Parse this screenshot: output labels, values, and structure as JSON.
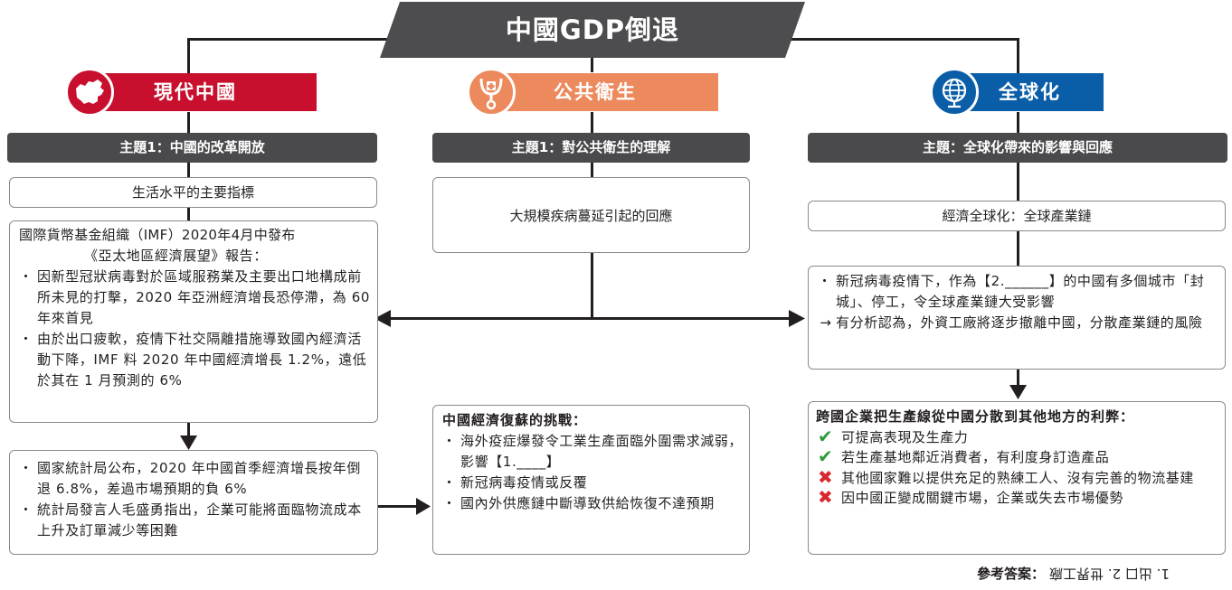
{
  "title": "中國GDP倒退",
  "colors": {
    "china_red": "#c8102e",
    "health_orange": "#ec8a5e",
    "global_blue": "#0a5ea8",
    "topic_grey": "#4a4a4c",
    "title_grey": "#4d4d4f"
  },
  "icons": {
    "china": "china-map-icon",
    "health": "stethoscope-cross-icon",
    "global": "globe-icon"
  },
  "columns": {
    "china": {
      "banner": "現代中國",
      "topic": "主題1：中國的改革開放",
      "subtitle": "生活水平的主要指標",
      "box1": {
        "line1": "國際貨幣基金組織（IMF）2020年4月中發布",
        "line2": "《亞太地區經濟展望》報告：",
        "bullets": [
          "因新型冠狀病毒對於區域服務業及主要出口地構成前所未見的打擊，2020 年亞洲經濟增長恐停滯，為 60 年來首見",
          "由於出口疲軟，疫情下社交隔離措施導致國內經濟活動下降，IMF 料 2020 年中國經濟增長 1.2%，遠低於其在 1 月預測的 6%"
        ]
      },
      "box2": {
        "bullets": [
          "國家統計局公布，2020 年中國首季經濟增長按年倒退 6.8%，差過市場預期的負 6%",
          "統計局發言人毛盛勇指出，企業可能將面臨物流成本上升及訂單減少等困難"
        ]
      }
    },
    "health": {
      "banner": "公共衛生",
      "topic": "主題1：對公共衛生的理解",
      "subtitle": "大規模疾病蔓延引起的回應",
      "box": {
        "heading": "中國經濟復蘇的挑戰：",
        "bullets": [
          "海外疫症爆發令工業生產面臨外圍需求減弱，影響【1.____】",
          "新冠病毒疫情或反覆",
          "國內外供應鏈中斷導致供給恢復不達預期"
        ]
      }
    },
    "global": {
      "banner": "全球化",
      "topic": "主題：全球化帶來的影響與回應",
      "subtitle": "經濟全球化：全球產業鏈",
      "box1": {
        "bullet": "新冠病毒疫情下，作為【2.______】的中國有多個城市「封城」、停工，令全球產業鏈大受影響",
        "arrow_glyph": "→",
        "arrow_text": "有分析認為，外資工廠將逐步撤離中國，分散產業鏈的風險"
      },
      "box2": {
        "heading": "跨國企業把生產線從中國分散到其他地方的利弊：",
        "items": [
          {
            "mark": "✔",
            "text": "可提高表現及生產力"
          },
          {
            "mark": "✔",
            "text": "若生產基地鄰近消費者，有利度身訂造產品"
          },
          {
            "mark": "✖",
            "text": "其他國家難以提供充足的熟練工人、沒有完善的物流基建"
          },
          {
            "mark": "✖",
            "text": "因中國正變成關鍵市場，企業或失去市場優勢"
          }
        ]
      }
    }
  },
  "answer": {
    "label": "參考答案：",
    "text": "1. 出口 2. 世界工廠"
  }
}
